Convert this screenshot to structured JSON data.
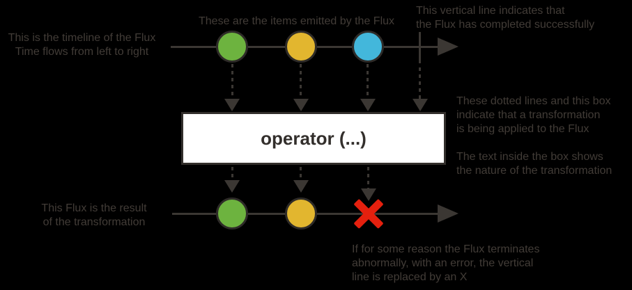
{
  "colors": {
    "background": "#000000",
    "annotation-text": "#423c37",
    "line": "#3b3733",
    "marble-border": "#2e2b28",
    "marble-green": "#6db33f",
    "marble-yellow": "#e2b62f",
    "marble-blue": "#43b7db",
    "error-red": "#e5200e",
    "operator-box-bg": "#ffffff",
    "operator-text": "#332f2c"
  },
  "notes": {
    "timeline": "This is the timeline of the Flux\nTime flows from left to right",
    "items": "These are the items emitted by the Flux",
    "complete": "This vertical line indicates that\nthe Flux has completed successfully",
    "transform": "These dotted lines and this box\nindicate that a transformation\nis being applied to the Flux",
    "operator_text": "The text inside the box shows\nthe nature of the transformation",
    "result": "This Flux is the result\nof the transformation",
    "error": "If for some reason the Flux terminates\nabnormally, with an error, the vertical\nline is replaced by an X"
  },
  "operator_box": {
    "label": "operator (...)"
  },
  "source_flux": {
    "marbles": [
      "green",
      "yellow",
      "blue"
    ],
    "terminal": "complete"
  },
  "result_flux": {
    "marbles": [
      "green",
      "yellow"
    ],
    "terminal": "error"
  }
}
